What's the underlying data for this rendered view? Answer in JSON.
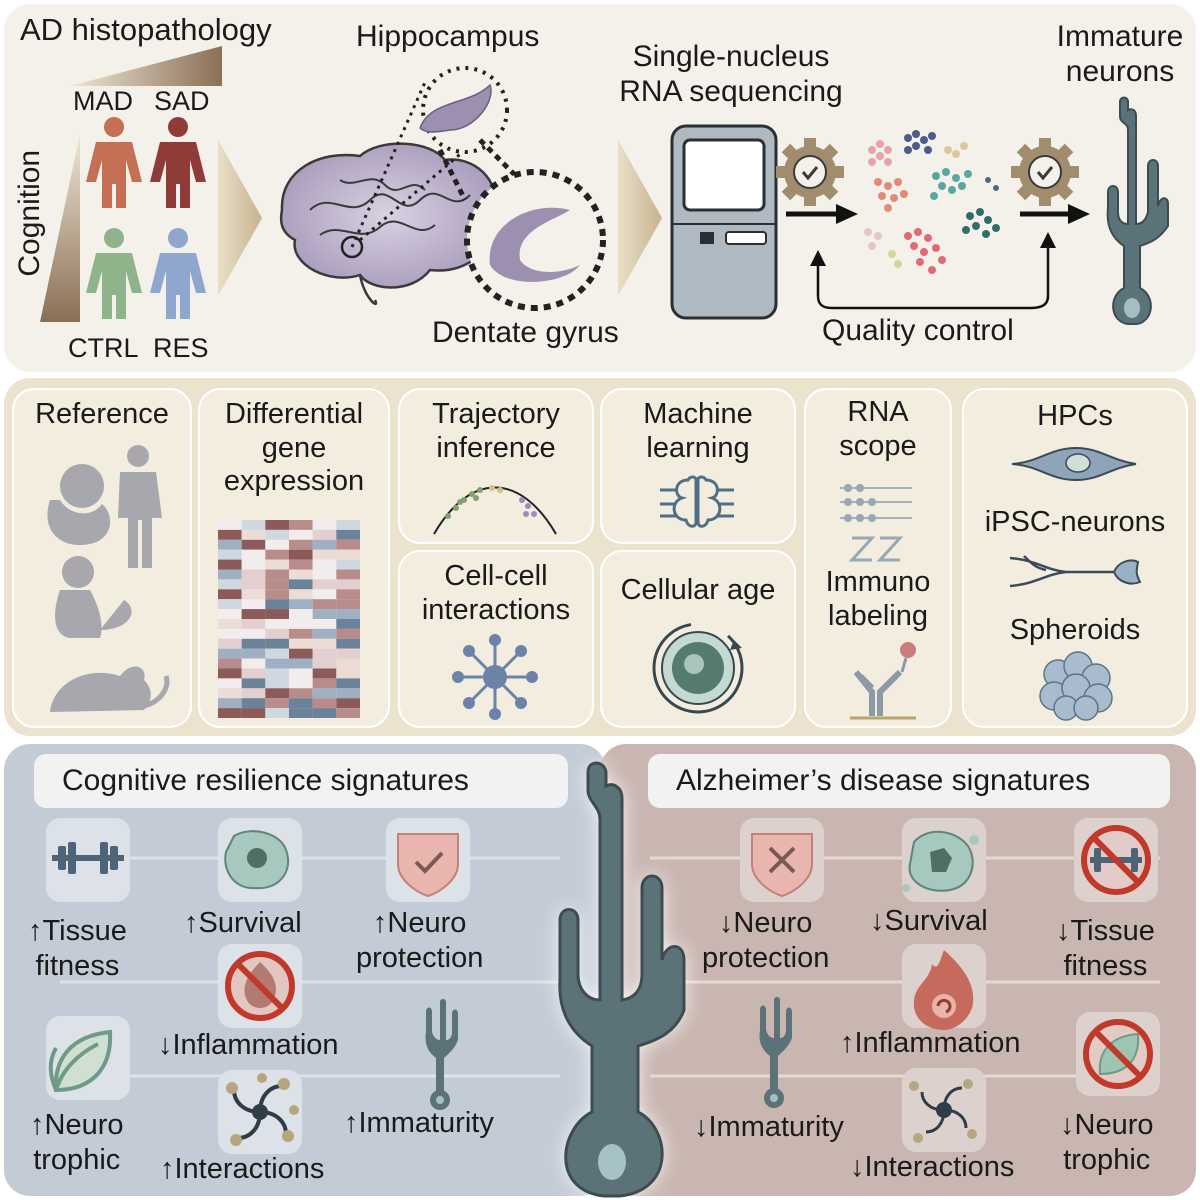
{
  "top": {
    "ad_histopathology": "AD histopathology",
    "cognition": "Cognition",
    "groups": {
      "mad": "MAD",
      "sad": "SAD",
      "ctrl": "CTRL",
      "res": "RES"
    },
    "hippocampus": "Hippocampus",
    "dentate_gyrus": "Dentate gyrus",
    "snrna_line1": "Single-nucleus",
    "snrna_line2": "RNA sequencing",
    "immature_line1": "Immature",
    "immature_line2": "neurons",
    "quality_control": "Quality control"
  },
  "methods": {
    "reference": "Reference",
    "dge": [
      "Differential",
      "gene",
      "expression"
    ],
    "trajectory": [
      "Trajectory",
      "inference"
    ],
    "cellcell": [
      "Cell-cell",
      "interactions"
    ],
    "ml": [
      "Machine",
      "learning"
    ],
    "cellular_age": "Cellular age",
    "rnascope": [
      "RNA",
      "scope"
    ],
    "immuno": [
      "Immuno",
      "labeling"
    ],
    "hpcs": "HPCs",
    "ipsc": "iPSC-neurons",
    "spheroids": "Spheroids"
  },
  "resilience": {
    "title": "Cognitive resilience signatures",
    "items": {
      "tissue_fitness": [
        "↑Tissue",
        "fitness"
      ],
      "survival": "↑Survival",
      "neuroprotection": [
        "↑Neuro",
        "protection"
      ],
      "inflammation": "↓Inflammation",
      "neurotrophic": [
        "↑Neuro",
        "trophic"
      ],
      "interactions": "↑Interactions",
      "immaturity": "↑Immaturity"
    }
  },
  "alzheimers": {
    "title": "Alzheimer’s disease signatures",
    "items": {
      "neuroprotection": [
        "↓Neuro",
        "protection"
      ],
      "survival": "↓Survival",
      "tissue_fitness": [
        "↓Tissue",
        "fitness"
      ],
      "inflammation": "↑Inflammation",
      "immaturity": "↓Immaturity",
      "interactions": "↓Interactions",
      "neurotrophic": [
        "↓Neuro",
        "trophic"
      ]
    }
  },
  "colors": {
    "top_panel": "#f4f1ea",
    "methods_panel": "#ece3cf",
    "card": "#f3ede0",
    "resilience_panel": "#c3cbd6",
    "alzheimers_panel": "#c9b6b1",
    "neuron": "#5b7278",
    "mad": "#c56f55",
    "sad": "#8f3b37",
    "ctrl": "#8fb38a",
    "res": "#8fa7cf"
  }
}
